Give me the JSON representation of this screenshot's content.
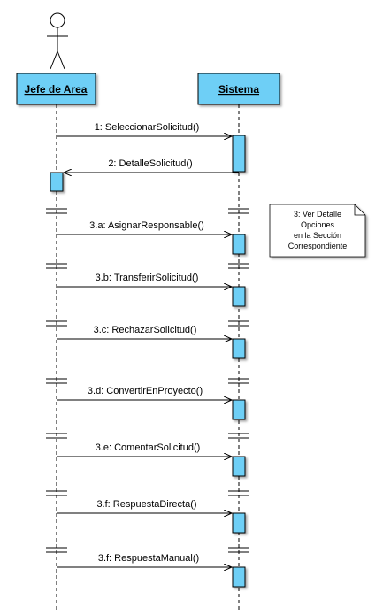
{
  "diagram": {
    "type": "uml-sequence",
    "lifelines": [
      {
        "id": "jefe",
        "title": "Jefe de Area",
        "actor": true
      },
      {
        "id": "sistema",
        "title": "Sistema",
        "actor": false
      }
    ],
    "messages": [
      {
        "label": "1: SeleccionarSolicitud()",
        "from": "jefe",
        "to": "sistema"
      },
      {
        "label": "2: DetalleSolicitud()",
        "from": "sistema",
        "to": "jefe"
      },
      {
        "label": "3.a: AsignarResponsable()",
        "from": "jefe",
        "to": "sistema"
      },
      {
        "label": "3.b: TransferirSolicitud()",
        "from": "jefe",
        "to": "sistema"
      },
      {
        "label": "3.c: RechazarSolicitud()",
        "from": "jefe",
        "to": "sistema"
      },
      {
        "label": "3.d: ConvertirEnProyecto()",
        "from": "jefe",
        "to": "sistema"
      },
      {
        "label": "3.e: ComentarSolicitud()",
        "from": "jefe",
        "to": "sistema"
      },
      {
        "label": "3.f: RespuestaDirecta()",
        "from": "jefe",
        "to": "sistema"
      },
      {
        "label": "3.f: RespuestaManual()",
        "from": "jefe",
        "to": "sistema"
      }
    ],
    "note": {
      "lines": [
        "3: Ver Detalle",
        "Opciones",
        "en la Sección",
        "Correspondiente"
      ]
    },
    "colors": {
      "box_fill": "#6ecff6",
      "stroke": "#000000",
      "note_fill": "#ffffff"
    }
  }
}
